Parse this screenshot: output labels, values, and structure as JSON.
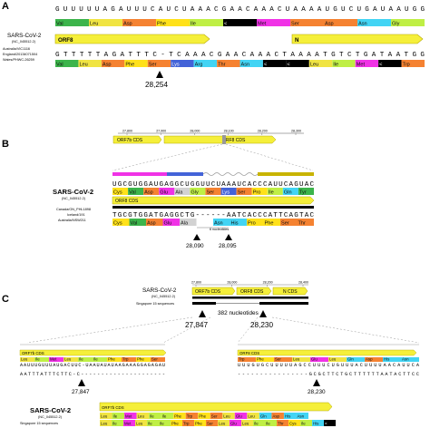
{
  "panels": {
    "a": {
      "letter": "A",
      "ref_label": "SARS-CoV-2",
      "ref_accession": "(NC_045512.2)",
      "ref_seq": "GUUUUUAGAUUUCAUCUAAACGAACAAACUAAAAUGUCUGAUAAUGG",
      "ref_aa": [
        {
          "t": "Val",
          "c": "#3cb44b"
        },
        {
          "t": "Leu",
          "c": "#f0e442"
        },
        {
          "t": "Asp",
          "c": "#f58231"
        },
        {
          "t": "Phe",
          "c": "#ffe119"
        },
        {
          "t": "Ile",
          "c": "#bfef45"
        },
        {
          "t": "<",
          "c": "#000000",
          "fg": "#ffffff"
        },
        {
          "t": "Met",
          "c": "#f032e6"
        },
        {
          "t": "Ser",
          "c": "#f58231"
        },
        {
          "t": "Asp",
          "c": "#f58231"
        },
        {
          "t": "Asn",
          "c": "#42d4f4"
        },
        {
          "t": "Gly",
          "c": "#bfef45"
        }
      ],
      "orf8_label": "ORF8",
      "n_label": "N",
      "variant_labels": [
        "Australia/VIC1116",
        "England/20134071504",
        "Wales/PHWC-26259"
      ],
      "var_seq": "GTTTTTAGATTTC-TCAAACGAACAAACTAAAATGTCTGATAATGG",
      "var_aa": [
        {
          "t": "Val",
          "c": "#3cb44b"
        },
        {
          "t": "Leu",
          "c": "#f0e442"
        },
        {
          "t": "Asp",
          "c": "#f58231"
        },
        {
          "t": "Phe",
          "c": "#ffe119"
        },
        {
          "t": "Ser",
          "c": "#f58231"
        },
        {
          "t": "Lys",
          "c": "#4363d8",
          "fg": "#ffffff"
        },
        {
          "t": "Arg",
          "c": "#42d4f4"
        },
        {
          "t": "Thr",
          "c": "#f58231"
        },
        {
          "t": "Asn",
          "c": "#42d4f4"
        },
        {
          "t": "<",
          "c": "#000000",
          "fg": "#ffffff"
        },
        {
          "t": "<",
          "c": "#000000",
          "fg": "#ffffff"
        },
        {
          "t": "Leu",
          "c": "#f0e442"
        },
        {
          "t": "Ile",
          "c": "#bfef45"
        },
        {
          "t": "Met",
          "c": "#f032e6"
        },
        {
          "t": "<",
          "c": "#000000",
          "fg": "#ffffff"
        },
        {
          "t": "Trp",
          "c": "#f58231"
        }
      ],
      "coord": "28,254"
    },
    "b": {
      "letter": "B",
      "ticks": [
        "27,800",
        "27,900",
        "28,000",
        "28,100",
        "28,200",
        "28,300"
      ],
      "orf7b_label": "ORF7b CDS",
      "orf8_label": "ORF8 CDS",
      "ref_label": "SARS-CoV-2",
      "ref_accession": "(NC_045512.2)",
      "ref_seq": "UGCGUGGAUGAGGCUGGUUCUAAAUCACCCAUUCAGUAC",
      "ref_aa": [
        {
          "t": "Cys",
          "c": "#ffe119"
        },
        {
          "t": "Val",
          "c": "#3cb44b"
        },
        {
          "t": "Asp",
          "c": "#f58231"
        },
        {
          "t": "Glu",
          "c": "#f032e6"
        },
        {
          "t": "Ala",
          "c": "#d2d2d2"
        },
        {
          "t": "Gly",
          "c": "#bfef45"
        },
        {
          "t": "Ser",
          "c": "#f58231"
        },
        {
          "t": "Lys",
          "c": "#4363d8",
          "fg": "#ffffff"
        },
        {
          "t": "Ser",
          "c": "#f58231"
        },
        {
          "t": "Pro",
          "c": "#ffe119"
        },
        {
          "t": "Ile",
          "c": "#bfef45"
        },
        {
          "t": "Gln",
          "c": "#42d4f4"
        },
        {
          "t": "Tyr",
          "c": "#3cb44b"
        }
      ],
      "orf8_cds_label": "ORF8 CDS",
      "variant_labels": [
        "Canada/ON_PHL1898",
        "Iceland/191",
        "Australia/NSW211"
      ],
      "var_seq": "TGCGTGGATGAGGCTG------AATCACCCATTCAGTAC",
      "var_aa": [
        {
          "t": "Cys",
          "c": "#ffe119"
        },
        {
          "t": "Val",
          "c": "#3cb44b"
        },
        {
          "t": "Asp",
          "c": "#f58231"
        },
        {
          "t": "Glu",
          "c": "#f032e6"
        },
        {
          "t": "Ala",
          "c": "#d2d2d2"
        },
        {
          "t": "",
          "c": "#ffffff"
        },
        {
          "t": "Asn",
          "c": "#42d4f4"
        },
        {
          "t": "His",
          "c": "#42d4f4"
        },
        {
          "t": "Pro",
          "c": "#ffe119"
        },
        {
          "t": "Phe",
          "c": "#ffe119"
        },
        {
          "t": "Ser",
          "c": "#f58231"
        },
        {
          "t": "Thr",
          "c": "#f58231"
        }
      ],
      "gap_label": "6 nucleotides",
      "coord_left": "28,090",
      "coord_right": "28,095"
    },
    "c": {
      "letter": "C",
      "ref_label": "SARS-CoV-2",
      "ref_accession": "(NC_045512.2)",
      "singapore_label": "Singapore 15 sequences",
      "ticks": [
        "27,800",
        "28,000",
        "28,200",
        "28,400"
      ],
      "orf7b_label": "ORF7b CDS",
      "orf8_label": "ORF8 CDS",
      "n_label": "N CDS",
      "gap_label": "382 nucleotides",
      "coord_left": "27,847",
      "coord_right": "28,230",
      "zoom_left_title": "ORF7b CDS",
      "zoom_left_seq_ref": "AAUUUGUUUAUGACUUC-UAAUAUAUAAGAAAGGAGAGAU",
      "zoom_left_seq_var": "AATTTATTTCTTC-C---------------------",
      "zoom_left_coord": "27,847",
      "zoom_right_title": "ORF8 CDS",
      "zoom_right_seq_ref": "UUUGUGCUUUUUAGCCUUUCUGUUUACUUUUAACAUUCA",
      "zoom_right_seq_var": "----------------GCGCTTCTGCTTTTTTAATACTTCC",
      "zoom_right_coord": "28,230",
      "bottom_ref_label": "SARS-CoV-2",
      "bottom_ref_accession": "(NC_045512.2)",
      "bottom_singapore_label": "Singapore 15 sequences",
      "bottom_orf_label": "ORF7b CDS",
      "bottom_ref_aa": [
        {
          "t": "Leu",
          "c": "#f0e442"
        },
        {
          "t": "Ile",
          "c": "#bfef45"
        },
        {
          "t": "Met",
          "c": "#f032e6"
        },
        {
          "t": "Leu",
          "c": "#f0e442"
        },
        {
          "t": "Ile",
          "c": "#bfef45"
        },
        {
          "t": "Ile",
          "c": "#bfef45"
        },
        {
          "t": "Phe",
          "c": "#ffe119"
        },
        {
          "t": "Trp",
          "c": "#f58231"
        },
        {
          "t": "Phe",
          "c": "#ffe119"
        },
        {
          "t": "Ser",
          "c": "#f58231"
        },
        {
          "t": "Leu",
          "c": "#f0e442"
        },
        {
          "t": "Glu",
          "c": "#f032e6"
        },
        {
          "t": "Leu",
          "c": "#f0e442"
        },
        {
          "t": "Gln",
          "c": "#42d4f4"
        },
        {
          "t": "Asp",
          "c": "#f58231"
        },
        {
          "t": "His",
          "c": "#42d4f4"
        },
        {
          "t": "Asn",
          "c": "#42d4f4"
        }
      ],
      "bottom_var_aa": [
        {
          "t": "Leu",
          "c": "#f0e442"
        },
        {
          "t": "Ile",
          "c": "#bfef45"
        },
        {
          "t": "Met",
          "c": "#f032e6"
        },
        {
          "t": "Leu",
          "c": "#f0e442"
        },
        {
          "t": "Ile",
          "c": "#bfef45"
        },
        {
          "t": "Ile",
          "c": "#bfef45"
        },
        {
          "t": "Phe",
          "c": "#ffe119"
        },
        {
          "t": "Trp",
          "c": "#f58231"
        },
        {
          "t": "Phe",
          "c": "#ffe119"
        },
        {
          "t": "Ser",
          "c": "#f58231"
        },
        {
          "t": "Leu",
          "c": "#f0e442"
        },
        {
          "t": "Glu",
          "c": "#f032e6"
        },
        {
          "t": "Leu",
          "c": "#f0e442"
        },
        {
          "t": "Ile",
          "c": "#bfef45"
        },
        {
          "t": "Ile",
          "c": "#bfef45"
        },
        {
          "t": "Thr",
          "c": "#f58231"
        },
        {
          "t": "Cys",
          "c": "#ffe119"
        },
        {
          "t": "Ile",
          "c": "#bfef45"
        },
        {
          "t": "His",
          "c": "#42d4f4"
        },
        {
          "t": "<",
          "c": "#000000",
          "fg": "#ffffff"
        }
      ]
    }
  },
  "colors": {
    "orf_yellow": "#f5ef3a",
    "orf_border": "#b5a800",
    "n_magenta": "#f032e6",
    "connector": "#999999"
  }
}
